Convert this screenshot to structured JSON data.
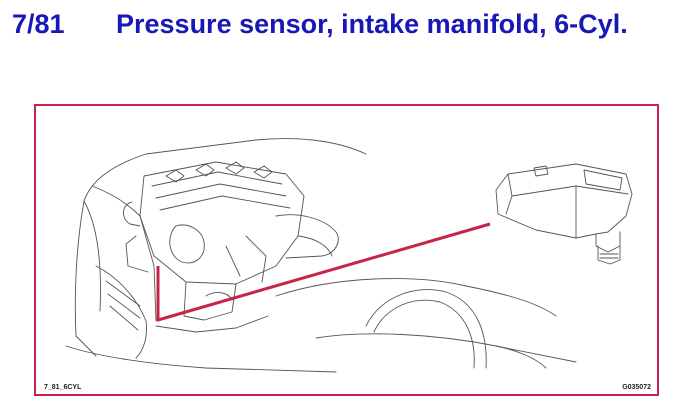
{
  "header": {
    "section_number": "7/81",
    "title": "Pressure sensor, intake manifold, 6-Cyl."
  },
  "figure": {
    "caption_left": "7_81_6CYL",
    "caption_right": "G035072",
    "pointer_color": "#c8234a",
    "title_color": "#1818b8"
  }
}
